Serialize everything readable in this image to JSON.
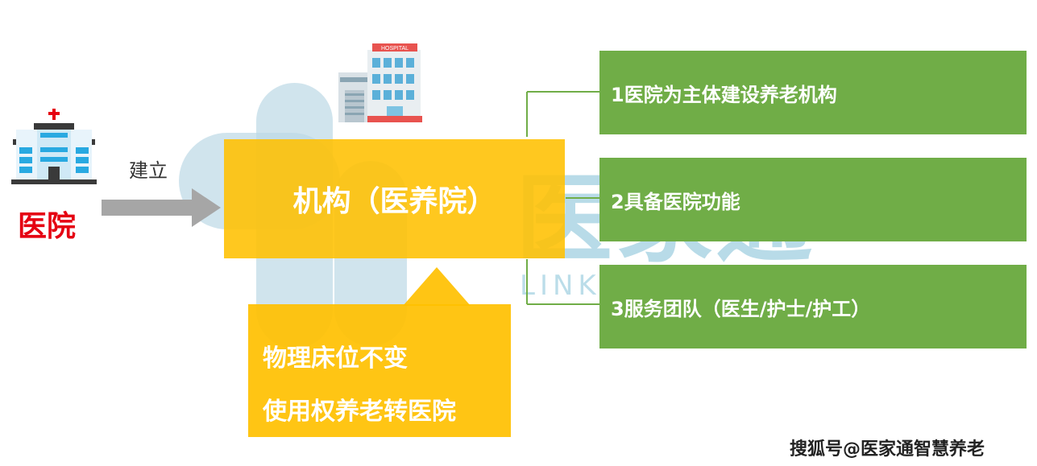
{
  "watermark": {
    "main_text": "医家通",
    "sub_text": "LINK · AGING · CARE"
  },
  "left_node": {
    "label": "医院",
    "icon": "hospital-icon"
  },
  "arrow": {
    "label": "建立"
  },
  "center_node": {
    "label": "机构（医养院）",
    "icon": "hospital-building-icon",
    "icon_sign": "HOSPITAL"
  },
  "callout": {
    "lines": [
      "物理床位不变",
      "使用权养老转医院"
    ]
  },
  "features": [
    {
      "label": "1医院为主体建设养老机构"
    },
    {
      "label": "2具备医院功能"
    },
    {
      "label": "3服务团队（医生/护士/护工）"
    }
  ],
  "footer": {
    "text": "搜狐号@医家通智慧养老"
  },
  "colors": {
    "yellow": "#ffc000",
    "green": "#70ad47",
    "red": "#e50012",
    "gray_arrow": "#a6a6a6"
  }
}
